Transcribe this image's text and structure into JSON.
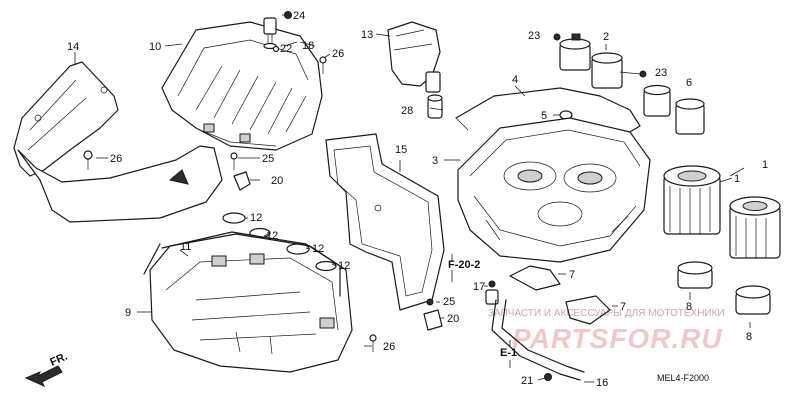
{
  "diagram": {
    "callouts": [
      {
        "id": "c24",
        "text": "24"
      },
      {
        "id": "c22",
        "text": "22"
      },
      {
        "id": "c18",
        "text": "18"
      },
      {
        "id": "c26a",
        "text": "26"
      },
      {
        "id": "c10",
        "text": "10"
      },
      {
        "id": "c14",
        "text": "14"
      },
      {
        "id": "c13",
        "text": "13"
      },
      {
        "id": "c23a",
        "text": "23"
      },
      {
        "id": "c2",
        "text": "2"
      },
      {
        "id": "c4",
        "text": "4"
      },
      {
        "id": "c23b",
        "text": "23"
      },
      {
        "id": "c6",
        "text": "6"
      },
      {
        "id": "c28",
        "text": "28"
      },
      {
        "id": "c5",
        "text": "5"
      },
      {
        "id": "c3",
        "text": "3"
      },
      {
        "id": "c26b",
        "text": "26"
      },
      {
        "id": "c25a",
        "text": "25"
      },
      {
        "id": "c15",
        "text": "15"
      },
      {
        "id": "c20a",
        "text": "20"
      },
      {
        "id": "c1a",
        "text": "1"
      },
      {
        "id": "c1b",
        "text": "1"
      },
      {
        "id": "c12a",
        "text": "12"
      },
      {
        "id": "c11",
        "text": "11"
      },
      {
        "id": "c12b",
        "text": "12"
      },
      {
        "id": "c12c",
        "text": "12"
      },
      {
        "id": "c12d",
        "text": "12"
      },
      {
        "id": "c7a",
        "text": "7"
      },
      {
        "id": "c8a",
        "text": "8"
      },
      {
        "id": "c17",
        "text": "17"
      },
      {
        "id": "c9",
        "text": "9"
      },
      {
        "id": "c25b",
        "text": "25"
      },
      {
        "id": "c20b",
        "text": "20"
      },
      {
        "id": "c7b",
        "text": "7"
      },
      {
        "id": "c8b",
        "text": "8"
      },
      {
        "id": "c26c",
        "text": "26"
      },
      {
        "id": "c21",
        "text": "21"
      },
      {
        "id": "c16",
        "text": "16"
      }
    ],
    "refs": {
      "f20": "F-20-2",
      "e1": "E-1"
    },
    "direction": "FR.",
    "code": "MEL4-F2000"
  },
  "watermark": {
    "line1": "ЗАПЧАСТИ И АКСЕССУАРЫ ДЛЯ МОТОТЕХНИКИ",
    "line2": "PARTSFOR.RU"
  },
  "colors": {
    "ink": "#1a1a1a",
    "watermark": "#e8b8b8"
  }
}
